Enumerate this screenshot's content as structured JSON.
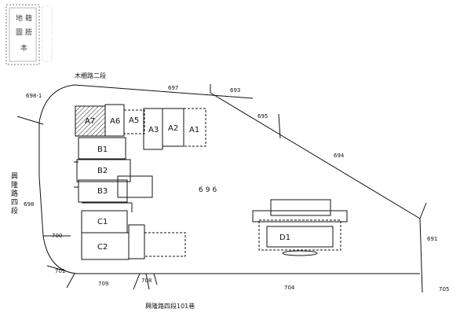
{
  "stamp": {
    "text": "地籍圖謄本"
  },
  "roads": {
    "top": "木柵路二段",
    "left": [
      "興",
      "隆",
      "路",
      "四",
      "段"
    ],
    "bottom": "興隆路四段101巷"
  },
  "parcels": {
    "p698_1": "698-1",
    "p697": "697",
    "p693": "693",
    "p695": "695",
    "p694": "694",
    "p696": "696",
    "p698": "698",
    "p700": "700",
    "p701": "701",
    "p709": "709",
    "p708": "708",
    "p704": "704",
    "p705": "705",
    "p691": "691"
  },
  "buildings": {
    "A7": "A7",
    "A6": "A6",
    "A5": "A5",
    "A3": "A3",
    "A2": "A2",
    "A1": "A1",
    "B1": "B1",
    "B2": "B2",
    "B3": "B3",
    "C1": "C1",
    "C2": "C2",
    "D1": "D1"
  }
}
